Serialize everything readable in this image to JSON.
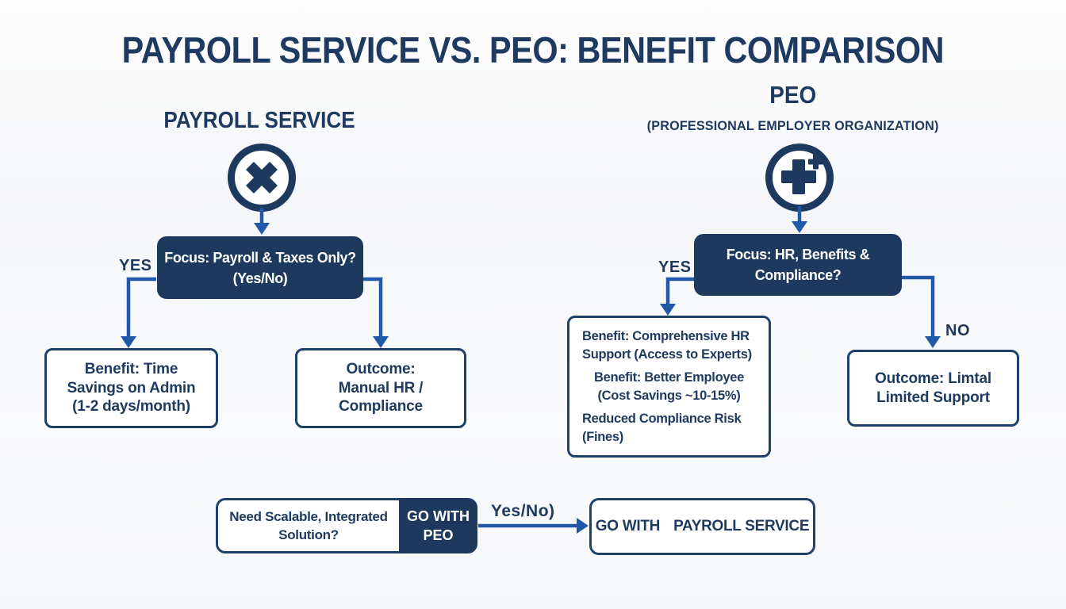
{
  "title": "PAYROLL SERVICE VS. PEO: BENEFIT COMPARISON",
  "colors": {
    "background": "#f8f9fa",
    "navy_fill": "#1d3a5e",
    "border_navy": "#1d4269",
    "text_navy": "#1e3a60",
    "arrow_blue": "#2159a8",
    "box_text_white": "#ffffff"
  },
  "left": {
    "heading": "PAYROLL SERVICE",
    "icon": "x-circle-icon",
    "decision": {
      "line1": "Focus: Payroll & Taxes Only?",
      "line2": "(Yes/No)"
    },
    "yes_label": "YES",
    "benefit_box": {
      "lines": [
        "Benefit: Time",
        "Savings on Admin",
        "(1-2 days/month)"
      ]
    },
    "outcome_box": {
      "lines": [
        "Outcome:",
        "Manual HR /",
        "Compliance"
      ]
    }
  },
  "right": {
    "heading": "PEO",
    "subheading": "(PROFESSIONAL EMPLOYER ORGANIZATION)",
    "icon": "medical-plus-circle-icon",
    "decision": {
      "line1": "Focus: HR, Benefits &",
      "line2": "Compliance?"
    },
    "yes_label": "YES",
    "no_label": "NO",
    "benefit_box": {
      "items": [
        [
          "Benefit: Comprehensive HR",
          "Support (Access to Experts)"
        ],
        [
          "Benefit: Better Employee",
          "(Cost Savings ~10-15%)"
        ],
        [
          "Reduced Compliance Risk",
          "(Fines)"
        ]
      ]
    },
    "outcome_box": {
      "lines": [
        "Outcome: Limtal",
        "Limited Support"
      ]
    }
  },
  "bottom": {
    "question_box": {
      "line1": "Need Scalable, Integrated",
      "line2": "Solution?"
    },
    "go_with_peo": {
      "line1": "GO WITH",
      "line2": "PEO"
    },
    "arrow_label": "Yes/No)",
    "go_with_payroll": {
      "prefix": "GO WITH",
      "service": "PAYROLL SERVICE"
    }
  }
}
